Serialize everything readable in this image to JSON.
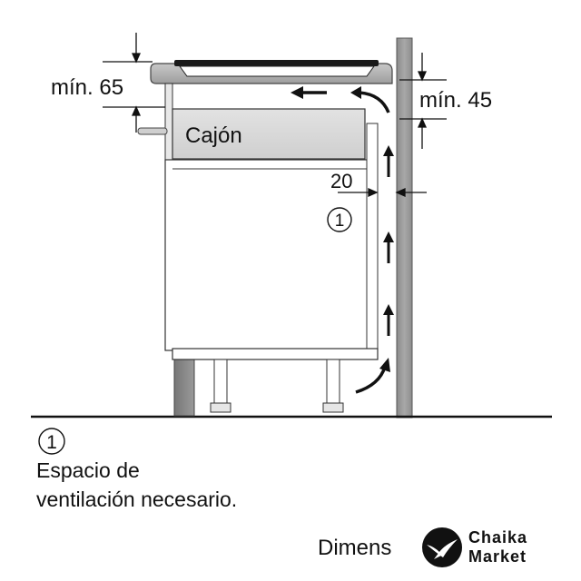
{
  "diagram": {
    "labels": {
      "min_top": "mín. 65",
      "min_right": "mín. 45",
      "drawer": "Cajón",
      "gap": "20",
      "marker": "1"
    },
    "legend": {
      "marker": "1",
      "line1": "Espacio de",
      "line2": "ventilación necesario."
    },
    "footer_text": "Dimens"
  },
  "watermark": {
    "line1": "Chaika",
    "line2": "Market"
  }
}
